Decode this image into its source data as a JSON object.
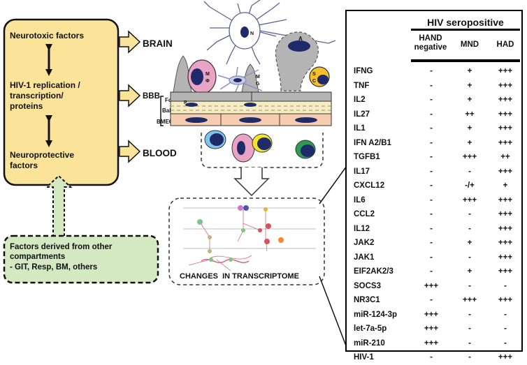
{
  "left_panel": {
    "items": [
      "Neurotoxic factors",
      "HIV-1 replication / transcription/ proteins",
      "Neuroprotective factors"
    ],
    "line_items": [
      [
        "Neurotoxic factors"
      ],
      [
        "HIV-1 replication /",
        "transcription/",
        "proteins"
      ],
      [
        "Neuroprotective",
        "factors"
      ]
    ],
    "arrow_targets": [
      "BRAIN",
      "BBB",
      "BLOOD"
    ]
  },
  "barrier_labels": [
    "Foot",
    "BaM",
    "BMEC",
    "P"
  ],
  "cell_labels": [
    "N",
    "A",
    "MΦ",
    "MG",
    "SC"
  ],
  "factors_box": {
    "lines": [
      "Factors derived from other",
      "compartments",
      "- GIT, Resp, BM, others"
    ]
  },
  "transcriptome_label": "CHANGES  IN TRANSCRIPTOME",
  "table": {
    "title": "HIV seropositive",
    "columns": [
      [
        "HAND",
        "negative"
      ],
      [
        "MND"
      ],
      [
        "HAD"
      ]
    ],
    "rows": [
      {
        "gene": "IFNG",
        "values": [
          "-",
          "+",
          "+++"
        ]
      },
      {
        "gene": "TNF",
        "values": [
          "-",
          "+",
          "+++"
        ]
      },
      {
        "gene": "IL2",
        "values": [
          "-",
          "+",
          "+++"
        ]
      },
      {
        "gene": "IL27",
        "values": [
          "-",
          "++",
          "+++"
        ]
      },
      {
        "gene": "IL1",
        "values": [
          "-",
          "+",
          "+++"
        ]
      },
      {
        "gene": "IFN A2/B1",
        "values": [
          "-",
          "+",
          "+++"
        ]
      },
      {
        "gene": "TGFB1",
        "values": [
          "-",
          "+++",
          "++"
        ]
      },
      {
        "gene": "IL17",
        "values": [
          "-",
          "-",
          "+++"
        ]
      },
      {
        "gene": "CXCL12",
        "values": [
          "-",
          "-/+",
          "+"
        ]
      },
      {
        "gene": "IL6",
        "values": [
          "-",
          "+++",
          "+++"
        ]
      },
      {
        "gene": "CCL2",
        "values": [
          "-",
          "-",
          "+++"
        ]
      },
      {
        "gene": "IL12",
        "values": [
          "-",
          "-",
          "+++"
        ]
      },
      {
        "gene": "JAK2",
        "values": [
          "-",
          "+",
          "+++"
        ]
      },
      {
        "gene": "JAK1",
        "values": [
          "-",
          "-",
          "+++"
        ]
      },
      {
        "gene": "EIF2AK2/3",
        "values": [
          "-",
          "+",
          "+++"
        ]
      },
      {
        "gene": "SOCS3",
        "values": [
          "+++",
          "-",
          "-"
        ]
      },
      {
        "gene": "NR3C1",
        "values": [
          "-",
          "+++",
          "+++"
        ]
      },
      {
        "gene": "miR-124-3p",
        "values": [
          "+++",
          "-",
          "-"
        ]
      },
      {
        "gene": "let-7a-5p",
        "values": [
          "+++",
          "-",
          "-"
        ]
      },
      {
        "gene": "miR-210",
        "values": [
          "+++",
          "-",
          "-"
        ]
      },
      {
        "gene": "HIV-1",
        "values": [
          "-",
          "-",
          "+++"
        ]
      }
    ]
  },
  "colors": {
    "yellow_box": "#fbe39a",
    "green_box": "#d4e8c2",
    "macrophage": "#e9a3c4",
    "nucleus": "#1f2a6b",
    "bmec": "#f7cdb0",
    "astrocyte": "#b4b4b4"
  }
}
